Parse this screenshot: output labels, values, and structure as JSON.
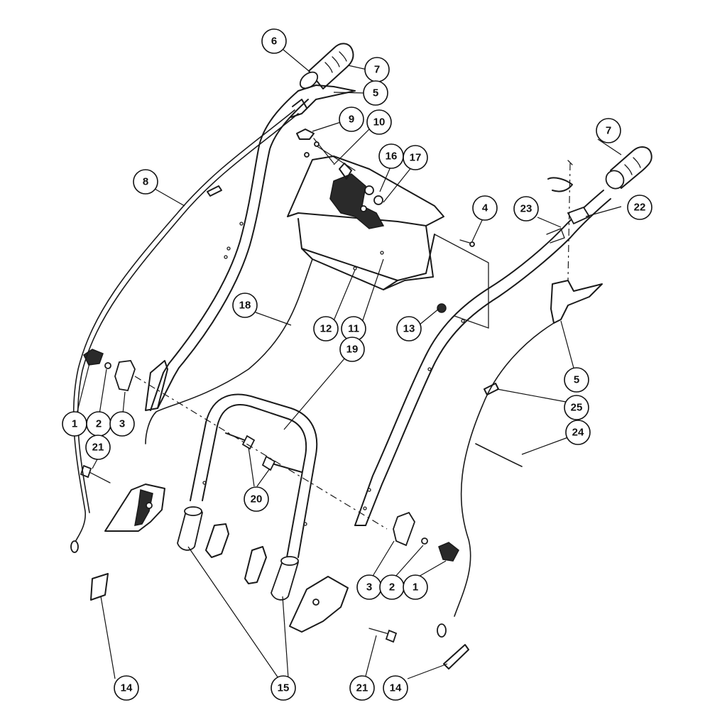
{
  "diagram": {
    "callouts": [
      {
        "label": "6"
      },
      {
        "label": "7"
      },
      {
        "label": "5"
      },
      {
        "label": "9"
      },
      {
        "label": "10"
      },
      {
        "label": "16"
      },
      {
        "label": "17"
      },
      {
        "label": "8"
      },
      {
        "label": "7"
      },
      {
        "label": "4"
      },
      {
        "label": "23"
      },
      {
        "label": "22"
      },
      {
        "label": "18"
      },
      {
        "label": "12"
      },
      {
        "label": "11"
      },
      {
        "label": "13"
      },
      {
        "label": "19"
      },
      {
        "label": "5"
      },
      {
        "label": "25"
      },
      {
        "label": "1"
      },
      {
        "label": "2"
      },
      {
        "label": "3"
      },
      {
        "label": "24"
      },
      {
        "label": "21"
      },
      {
        "label": "20"
      },
      {
        "label": "3"
      },
      {
        "label": "2"
      },
      {
        "label": "1"
      },
      {
        "label": "14"
      },
      {
        "label": "15"
      },
      {
        "label": "21"
      },
      {
        "label": "14"
      }
    ]
  }
}
